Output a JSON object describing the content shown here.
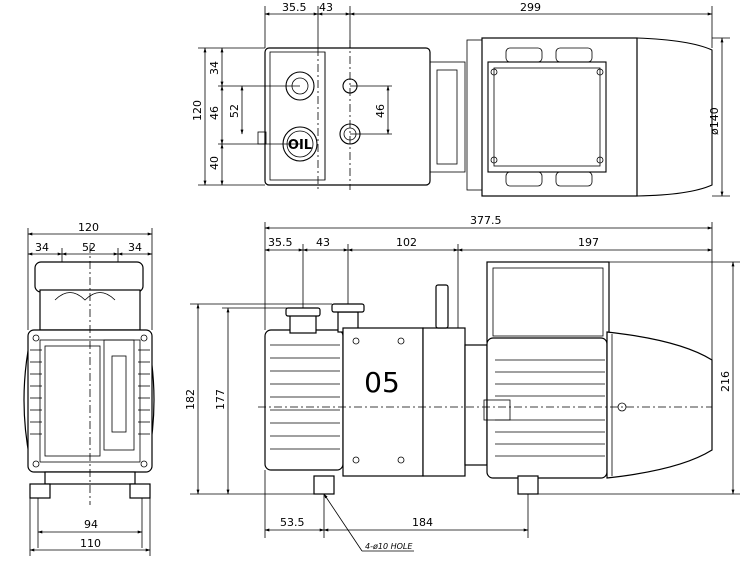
{
  "top_view": {
    "dims": {
      "a": "35.5",
      "b": "43",
      "c": "299",
      "h": "120",
      "h1": "34",
      "h2": "46",
      "h3": "40",
      "h4": "52",
      "h5": "46",
      "dia": "ø140"
    },
    "oil_label": "OIL"
  },
  "front_view": {
    "dims": {
      "w": "120",
      "l": "34",
      "m": "52",
      "r": "34",
      "b1": "94",
      "b2": "110"
    }
  },
  "side_view": {
    "dims": {
      "total": "377.5",
      "a": "35.5",
      "b": "43",
      "c": "102",
      "d": "197",
      "h1": "182",
      "h2": "177",
      "h3": "216",
      "e": "53.5",
      "f": "184"
    },
    "model": "05",
    "hole_note": "4-ø10 HOLE"
  }
}
